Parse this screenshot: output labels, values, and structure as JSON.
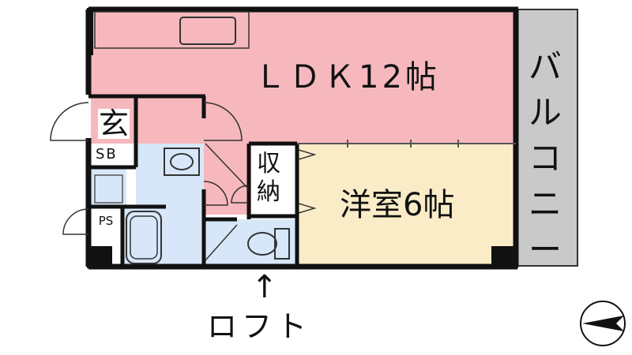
{
  "rooms": {
    "ldk": "ＬＤＫ12帖",
    "youshitsu": "洋室6帖",
    "genkan": "玄",
    "sb": "SB",
    "ps": "PS",
    "shuno": "収納",
    "balcony": "バルコニー"
  },
  "loft": {
    "label": "ロフト",
    "arrow": "↑"
  },
  "colors": {
    "ldk": "#f6b8bd",
    "youshitsu": "#fbecc8",
    "wet_area": "#d7e7f9",
    "balcony": "#c9c9c9",
    "wall": "#111111"
  },
  "icons": [
    "north-compass-icon",
    "bathtub-icon",
    "toilet-icon",
    "washbasin-icon",
    "kitchen-sink-icon"
  ]
}
